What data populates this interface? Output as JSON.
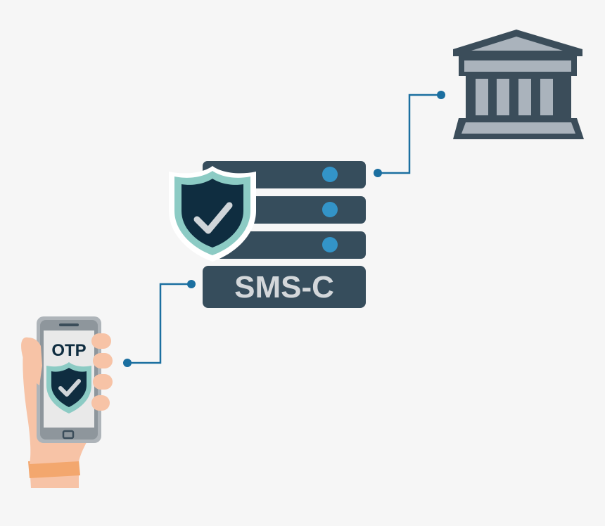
{
  "diagram": {
    "server_label": "SMS-C",
    "phone_label": "OTP",
    "nodes": [
      {
        "id": "phone",
        "icon": "phone-icon"
      },
      {
        "id": "sms-center",
        "icon": "server-icon"
      },
      {
        "id": "bank",
        "icon": "bank-icon"
      }
    ],
    "connections": [
      {
        "from": "phone",
        "to": "sms-center"
      },
      {
        "from": "sms-center",
        "to": "bank"
      }
    ]
  },
  "colors": {
    "background": "#f6f6f6",
    "server_dark": "#364d5c",
    "server_light_dot": "#3394c8",
    "connector": "#1b6fa0",
    "bank": "#3b4d5a",
    "bank_fill": "#aab3bc",
    "shield_outer": "#8ccbc4",
    "shield_inner": "#0f2d40",
    "check": "#d0d5d9",
    "label_text": "#d3d7da",
    "phone_body": "#aeb4b9",
    "phone_screen": "#e9e9e9",
    "skin": "#f7c3a6",
    "wrist_band": "#f3a76e"
  }
}
